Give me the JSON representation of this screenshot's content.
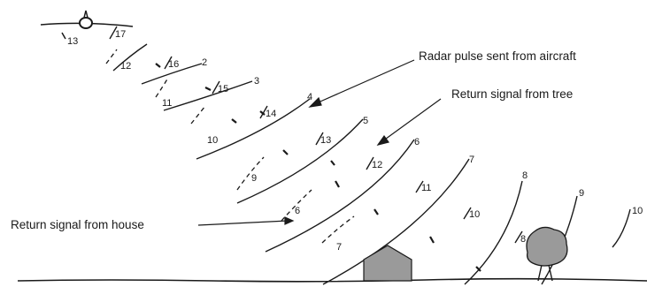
{
  "labels": {
    "radar_pulse": "Radar pulse sent from aircraft",
    "tree_return": "Return signal from tree",
    "house_return": "Return signal from house"
  },
  "pulse_numbers": [
    "2",
    "3",
    "4",
    "5",
    "6",
    "7",
    "8",
    "9",
    "10"
  ],
  "return_numbers": [
    "6",
    "7",
    "8",
    "9",
    "10",
    "11",
    "12",
    "13",
    "14",
    "15",
    "16",
    "17"
  ],
  "aircraft_number": "13",
  "colors": {
    "ink": "#1a1a1a",
    "house": "#9a9a9a",
    "tree": "#9a9a9a"
  }
}
